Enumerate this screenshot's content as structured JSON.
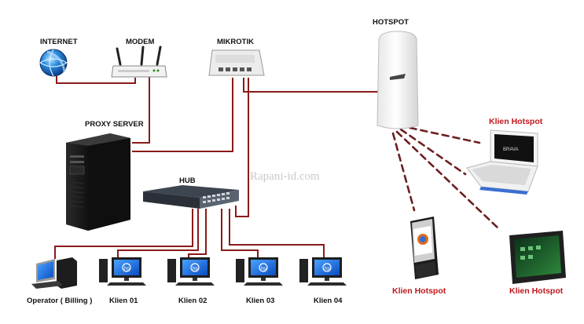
{
  "labels": {
    "internet": "INTERNET",
    "modem": "MODEM",
    "mikrotik": "MIKROTIK",
    "hotspot": "HOTSPOT",
    "proxy_server": "PROXY SERVER",
    "hub": "HUB",
    "watermark": "Rapani-id.com",
    "operator": "Operator ( Billing )",
    "klien_01": "Klien 01",
    "klien_02": "Klien 02",
    "klien_03": "Klien 03",
    "klien_04": "Klien 04",
    "klien_hotspot_laptop": "Klien Hotspot",
    "klien_hotspot_phone": "Klien Hotspot",
    "klien_hotspot_tablet": "Klien Hotspot"
  },
  "colors": {
    "cable": "#8b1a1a",
    "label_red": "#c0171c",
    "label_dark": "#111111",
    "wireless": "#6b1f1f"
  },
  "icons": {
    "internet": "globe-icon",
    "modem": "router-icon",
    "mikrotik": "routerboard-icon",
    "hotspot": "access-point-icon",
    "proxy_server": "tower-server-icon",
    "hub": "network-switch-icon",
    "operator": "desktop-computer-icon",
    "klien": "desktop-computer-icon",
    "laptop": "laptop-icon",
    "phone": "smartphone-icon",
    "tablet": "tablet-icon"
  },
  "hp_logo": "hp"
}
